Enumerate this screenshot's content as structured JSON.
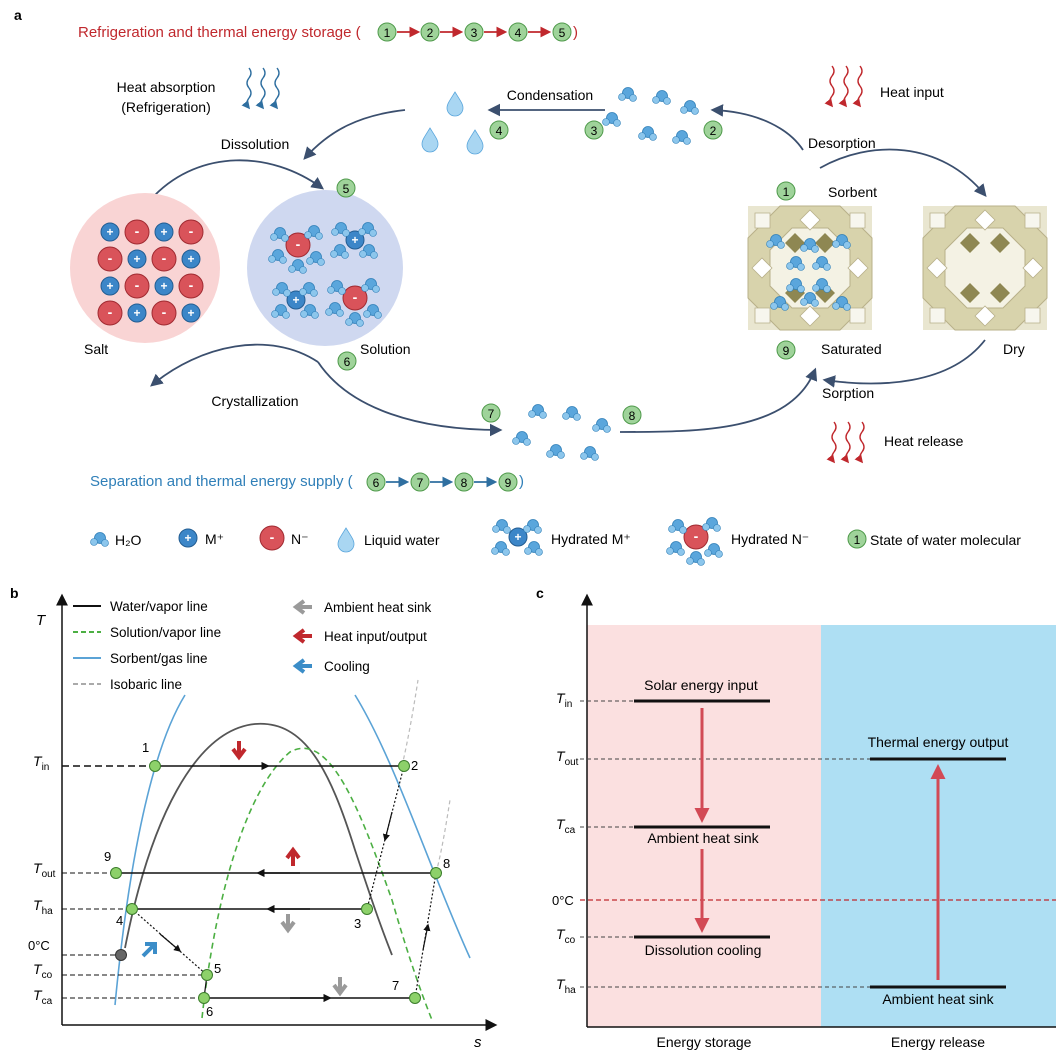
{
  "panel_a": {
    "label": "a",
    "title_refrig": "Refrigeration and thermal energy storage (",
    "title_refrig_close": ")",
    "refrig_states": [
      "1",
      "2",
      "3",
      "4",
      "5"
    ],
    "title_sep": "Separation and thermal energy supply (",
    "title_sep_close": ")",
    "sep_states": [
      "6",
      "7",
      "8",
      "9"
    ],
    "heat_absorption_1": "Heat absorption",
    "heat_absorption_2": "(Refrigeration)",
    "dissolution": "Dissolution",
    "condensation": "Condensation",
    "heat_input": "Heat input",
    "desorption": "Desorption",
    "sorbent": "Sorbent",
    "salt": "Salt",
    "solution": "Solution",
    "saturated": "Saturated",
    "dry": "Dry",
    "crystallization": "Crystallization",
    "sorption": "Sorption",
    "heat_release": "Heat release",
    "state_labels": {
      "s1": "1",
      "s2": "2",
      "s3": "3",
      "s4": "4",
      "s5": "5",
      "s6": "6",
      "s7": "7",
      "s8": "8",
      "s9": "9"
    },
    "legend": {
      "h2o": "H₂O",
      "m": "M⁺",
      "n": "N⁻",
      "liquid": "Liquid water",
      "hyd_m": "Hydrated M⁺",
      "hyd_n": "Hydrated N⁻",
      "state_num": "1",
      "state": "State of water molecular"
    },
    "colors": {
      "refrig": "#c0282d",
      "sep": "#2f7fb8",
      "state_fill": "#9fd39a",
      "salt_bg": "#f9d4d4",
      "solution_bg": "#cfd8f0"
    }
  },
  "panel_b": {
    "label": "b",
    "y_axis": "T",
    "x_axis": "s",
    "legend": {
      "water_vapor": "Water/vapor line",
      "solution_vapor": "Solution/vapor line",
      "sorbent_gas": "Sorbent/gas line",
      "isobaric": "Isobaric line",
      "ambient": "Ambient heat sink",
      "heat_io": "Heat input/output",
      "cooling": "Cooling"
    },
    "t_main": {
      "tin": "T",
      "tout": "T",
      "tha": "T",
      "tco": "T",
      "tca": "T"
    },
    "t_sub": {
      "tin": "in",
      "tout": "out",
      "tha": "ha",
      "tco": "co",
      "tca": "ca"
    },
    "zero": "0°C",
    "points": {
      "p1": "1",
      "p2": "2",
      "p3": "3",
      "p4": "4",
      "p5": "5",
      "p6": "6",
      "p7": "7",
      "p8": "8",
      "p9": "9"
    }
  },
  "panel_c": {
    "label": "c",
    "t_main": {
      "tin": "T",
      "tout": "T",
      "tca": "T",
      "tco": "T",
      "tha": "T"
    },
    "t_sub": {
      "tin": "in",
      "tout": "out",
      "tca": "ca",
      "tco": "co",
      "tha": "ha"
    },
    "zero": "0°C",
    "solar": "Solar energy input",
    "thermal_out": "Thermal energy output",
    "ambient_1": "Ambient heat sink",
    "dissolution_cooling": "Dissolution cooling",
    "ambient_2": "Ambient heat sink",
    "x_storage": "Energy storage",
    "x_release": "Energy release",
    "colors": {
      "storage_bg": "#fbe0e0",
      "release_bg": "#aedff3",
      "arrow": "#d24a55"
    }
  }
}
